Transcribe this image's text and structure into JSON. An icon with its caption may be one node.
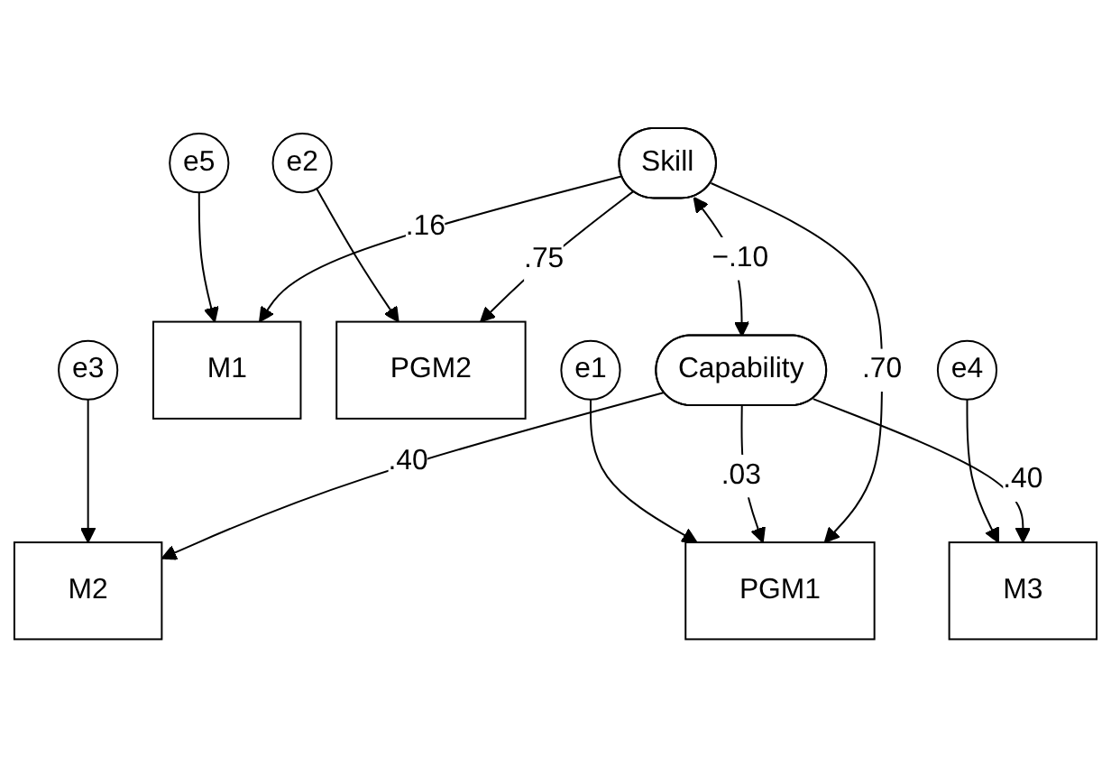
{
  "diagram": {
    "nodes": [
      {
        "text": [
          "Skill"
        ]
      },
      {
        "text": [
          "Capability"
        ]
      },
      {
        "text": [
          "M1"
        ]
      },
      {
        "text": [
          "PGM2"
        ]
      },
      {
        "text": [
          "PGM1"
        ]
      },
      {
        "text": [
          "M2"
        ]
      },
      {
        "text": [
          "M3"
        ]
      },
      {
        "text": [
          "e5"
        ]
      },
      {
        "text": [
          "e2"
        ]
      },
      {
        "text": [
          "e1"
        ]
      },
      {
        "text": [
          "e3"
        ]
      },
      {
        "text": [
          "e4"
        ]
      }
    ],
    "edges": [
      {
        "from": 0,
        "to": 1,
        "arrow": "both",
        "label": "−.10"
      },
      {
        "from": 0,
        "to": 2,
        "arrow": "to",
        "label": ".16"
      },
      {
        "from": 0,
        "to": 3,
        "arrow": "to",
        "label": ".75"
      },
      {
        "from": 0,
        "to": 4,
        "arrow": "to",
        "label": ".70"
      },
      {
        "from": 1,
        "to": 4,
        "arrow": "to",
        "label": ".03"
      },
      {
        "from": 1,
        "to": 5,
        "arrow": "to",
        "label": ".40"
      },
      {
        "from": 1,
        "to": 6,
        "arrow": "to",
        "label": ".40"
      },
      {
        "from": 7,
        "to": 2,
        "arrow": "to"
      },
      {
        "from": 8,
        "to": 3,
        "arrow": "to"
      },
      {
        "from": 9,
        "to": 4,
        "arrow": "to"
      },
      {
        "from": 10,
        "to": 5,
        "arrow": "to"
      },
      {
        "from": 11,
        "to": 6,
        "arrow": "to"
      }
    ]
  }
}
